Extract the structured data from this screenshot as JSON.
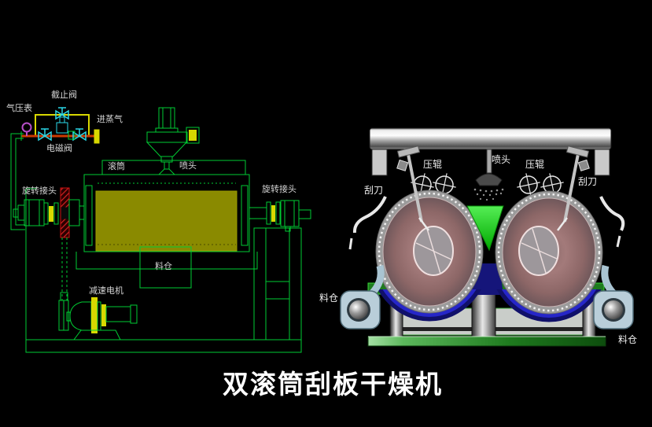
{
  "title": "双滚筒刮板干燥机",
  "colors": {
    "background": "#000000",
    "schematic_line_green": "#00cc33",
    "schematic_drum_fill": "#8a8a00",
    "highlight_yellow": "#e0e000",
    "sprocket_red": "#cc1111",
    "valve_cyan": "#2ad8e8",
    "gauge_magenta": "#b84fc8",
    "pipe_orange": "#cc3a00",
    "render_drum_red": "#9a7272",
    "render_metal_gray": "#c9c9c9",
    "render_wedge_green": "#22cc22",
    "render_glow_blue": "#2626c8",
    "render_chute_blue": "#b9ced9",
    "render_base_green": "#1e7a1e",
    "label_text": "#d6d6d6",
    "title_text": "#ffffff"
  },
  "left_diagram": {
    "labels": {
      "pressure_gauge": "气压表",
      "stop_valve": "截止阀",
      "steam_inlet": "进蒸气",
      "solenoid_valve": "电磁阀",
      "drum": "滚筒",
      "nozzle": "喷头",
      "rotary_joint_left": "旋转接头",
      "rotary_joint_right": "旋转接头",
      "material_bin": "料仓",
      "gear_motor": "减速电机"
    }
  },
  "right_diagram": {
    "labels": {
      "scraper_left": "刮刀",
      "press_roller_left": "压辊",
      "nozzle": "喷头",
      "press_roller_right": "压辊",
      "scraper_right": "刮刀",
      "material_bin_left": "料仓",
      "material_bin_right": "料仓"
    }
  }
}
